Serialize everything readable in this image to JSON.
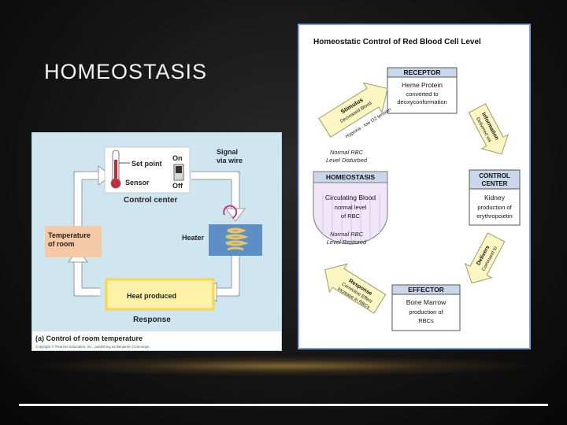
{
  "slide": {
    "title": "HOMEOSTASIS"
  },
  "left_figure": {
    "set_point": "Set point",
    "sensor": "Sensor",
    "on": "On",
    "off": "Off",
    "signal_line1": "Signal",
    "signal_line2": "via wire",
    "control_center": "Control center",
    "heater": "Heater",
    "temp_line1": "Temperature",
    "temp_line2": "of room",
    "heat_produced": "Heat produced",
    "response": "Response",
    "caption": "(a) Control of room temperature",
    "copyright": "Copyright © Pearson Education, Inc., publishing as Benjamin Cummings."
  },
  "right_figure": {
    "title": "Homeostatic Control of Red Blood Cell Level",
    "receptor": {
      "header": "RECEPTOR",
      "name": "Heme Protein",
      "line1": "converted to",
      "line2": "deoxyconformation"
    },
    "control_center": {
      "header_line1": "CONTROL",
      "header_line2": "CENTER",
      "name": "Kidney",
      "line1": "production of",
      "line2": "erythropoietin"
    },
    "effector": {
      "header": "EFFECTOR",
      "name": "Bone Marrow",
      "line1": "production of",
      "line2": "RBCs"
    },
    "homeostasis": {
      "header": "HOMEOSTASIS",
      "name": "Circulating Blood",
      "line1": "normal level",
      "line2": "of RBC"
    },
    "disturbed_line1": "Normal RBC",
    "disturbed_line2": "Level Disturbed",
    "restored_line1": "Normal RBC",
    "restored_line2": "Level Restored",
    "stimulus": {
      "title": "Stimulus",
      "line1": "Decreased Blood",
      "line2": "Hypoxia - low O2 tension"
    },
    "information": {
      "title": "Information",
      "line1": "Delivered via"
    },
    "delivers": {
      "title": "Delivers",
      "line1": "Command to"
    },
    "response": {
      "title": "Response",
      "line1": "Corrective Effect",
      "line2": "Increase in RBCs"
    }
  }
}
